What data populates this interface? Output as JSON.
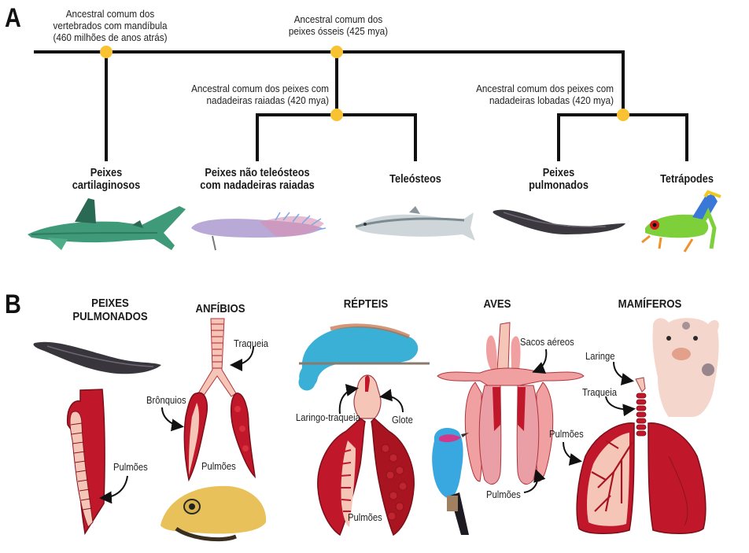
{
  "panel_a": {
    "letter": "A",
    "ancestors": {
      "jawed_vertebrates": [
        "Ancestral comum dos",
        "vertebrados com mandíbula",
        "(460 milhões de anos atrás)"
      ],
      "bony_fish": [
        "Ancestral comum dos",
        "peixes ósseis (425 mya)"
      ],
      "ray_finned": [
        "Ancestral comum dos peixes com",
        "nadadeiras raiadas (420 mya)"
      ],
      "lobe_finned": [
        "Ancestral comum dos peixes com",
        "nadadeiras lobadas (420 mya)"
      ]
    },
    "taxa": [
      {
        "name": [
          "Peixes",
          "cartilaginosos"
        ],
        "image": "shark"
      },
      {
        "name": [
          "Peixes não teleósteos",
          "com nadadeiras raiadas"
        ],
        "image": "bichir-fish"
      },
      {
        "name": [
          "Teleósteos"
        ],
        "image": "salmon"
      },
      {
        "name": [
          "Peixes",
          "pulmonados"
        ],
        "image": "lungfish"
      },
      {
        "name": [
          "Tetrápodes"
        ],
        "image": "tree-frog"
      }
    ],
    "colors": {
      "branch": "#111111",
      "node": "#f9c232"
    }
  },
  "panel_b": {
    "letter": "B",
    "groups": [
      {
        "title": [
          "PEIXES",
          "PULMONADOS"
        ],
        "labels": [
          "Pulmões"
        ],
        "image": "lungfish"
      },
      {
        "title": [
          "ANFÍBIOS"
        ],
        "labels": [
          "Traqueia",
          "Brônquios",
          "Pulmões"
        ],
        "image": "yellow-frog"
      },
      {
        "title": [
          "RÉPTEIS"
        ],
        "labels": [
          "Laringo-traqueia",
          "Glote",
          "Pulmões"
        ],
        "image": "chameleon"
      },
      {
        "title": [
          "AVES"
        ],
        "labels": [
          "Sacos aéreos",
          "Pulmões"
        ],
        "image": "blue-bird"
      },
      {
        "title": [
          "MAMÍFEROS"
        ],
        "labels": [
          "Laringe",
          "Traqueia",
          "Pulmões"
        ],
        "image": "piglet"
      }
    ],
    "colors": {
      "lung_dark": "#c0182a",
      "lung_light": "#f5c6b8",
      "airsac": "#f0a0a0"
    }
  }
}
